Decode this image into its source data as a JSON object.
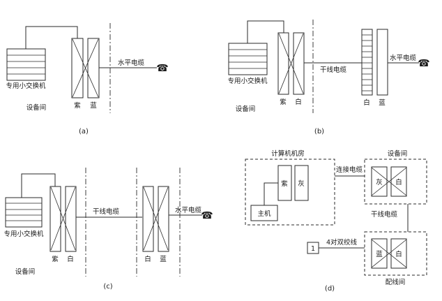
{
  "figure": {
    "ink_color": "#1a1a1a",
    "captions": {
      "a": "(a)",
      "b": "(b)",
      "c": "(c)",
      "d": "(d)"
    },
    "icons": {
      "terminal": "☎"
    },
    "a": {
      "pbx": "专用小交换机",
      "room": "设备间",
      "block1": "紫",
      "block2": "蓝",
      "horizontal_cable": "水平电缆"
    },
    "b": {
      "pbx": "专用小交换机",
      "room": "设备间",
      "block1": "紫",
      "block2": "白",
      "trunk_cable": "干线电缆",
      "block3": "白",
      "block4": "蓝",
      "horizontal_cable": "水平电缆"
    },
    "c": {
      "pbx": "专用小交换机",
      "room": "设备间",
      "block1": "紫",
      "block2": "白",
      "trunk_cable": "干线电缆",
      "block3": "白",
      "block4": "蓝",
      "horizontal_cable": "水平电缆"
    },
    "d": {
      "computer_room": "计算机机房",
      "host": "主机",
      "block1": "紫",
      "block2": "灰",
      "connect_cable": "连接电缆",
      "equipment_room": "设备间",
      "block3": "灰",
      "block4": "白",
      "trunk_cable": "干线电缆",
      "wiring_room": "配线间",
      "block5": "蓝",
      "block6": "白",
      "box1": "1",
      "twisted_pair": "4对双绞线"
    }
  }
}
